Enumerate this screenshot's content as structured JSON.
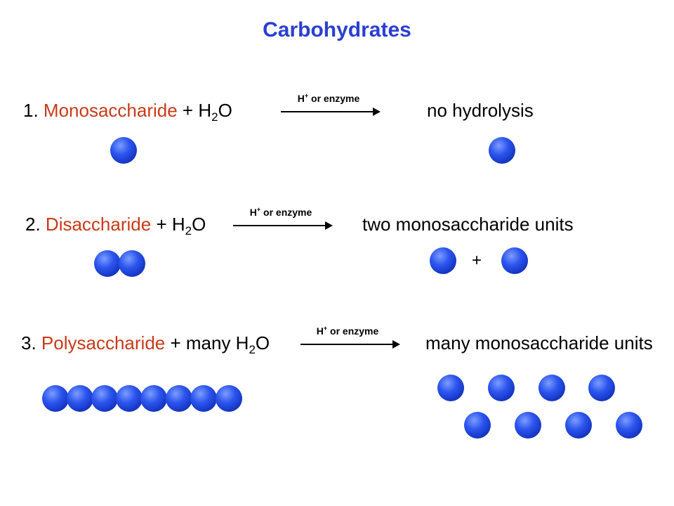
{
  "title": "Carbohydrates",
  "arrow_condition": {
    "h": "H",
    "sup": "+",
    "rest": " or enzyme"
  },
  "rows": [
    {
      "num": "1. ",
      "name": "Monosaccharide",
      "mid": " + ",
      "water_prefix": "H",
      "water_sub": "2",
      "water_suffix": "O",
      "product": "no hydrolysis"
    },
    {
      "num": "2. ",
      "name": "Disaccharide",
      "mid": " + ",
      "water_prefix": "H",
      "water_sub": "2",
      "water_suffix": "O",
      "product": "two monosaccharide units",
      "plus": "+"
    },
    {
      "num": "3. ",
      "name": "Polysaccharide",
      "mid": " + many ",
      "water_prefix": "H",
      "water_sub": "2",
      "water_suffix": "O",
      "product": "many monosaccharide units"
    }
  ],
  "colors": {
    "title": "#2a3fd1",
    "saccharide_name": "#c93a1a",
    "monomer_ball": "#2c55ee"
  },
  "icons": {
    "monomer": "blue-sphere-icon"
  }
}
